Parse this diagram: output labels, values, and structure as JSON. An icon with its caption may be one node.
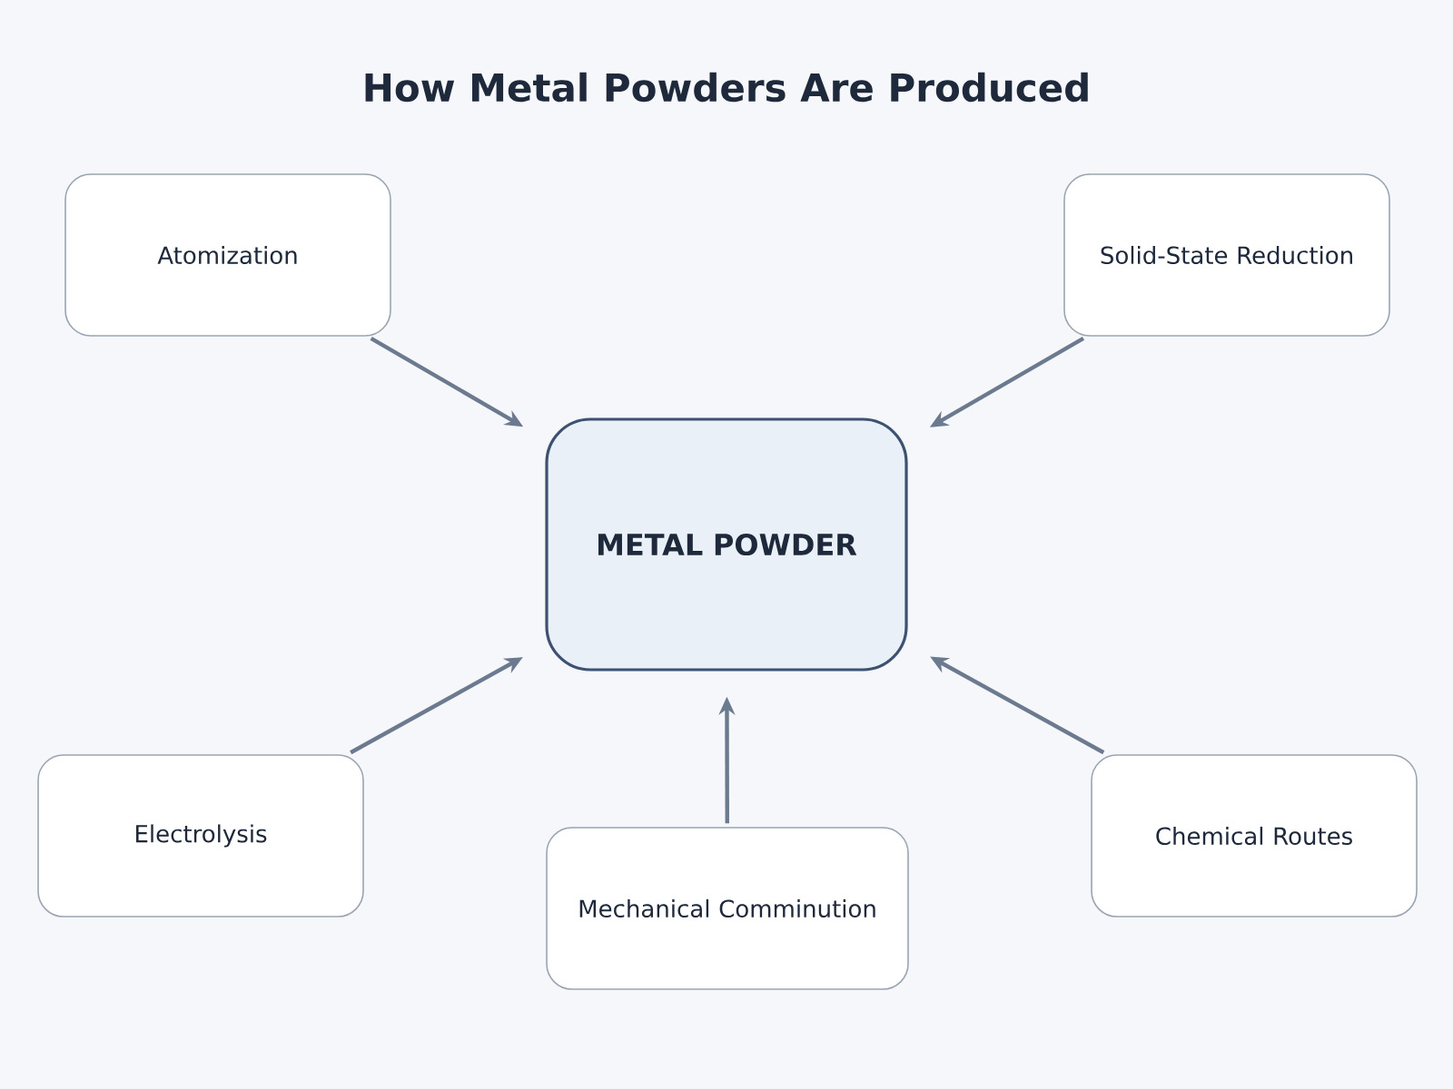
{
  "diagram": {
    "title": "How Metal Powders Are Produced",
    "nodes": [
      {
        "text": [
          "Atomization"
        ]
      },
      {
        "text": [
          "Solid-State Reduction"
        ]
      },
      {
        "text": [
          "METAL POWDER"
        ]
      },
      {
        "text": [
          "Electrolysis"
        ]
      },
      {
        "text": [
          "Mechanical Comminution"
        ]
      },
      {
        "text": [
          "Chemical Routes"
        ]
      }
    ],
    "edges": [
      {
        "from": 0,
        "to": 2,
        "arrow": "to"
      },
      {
        "from": 1,
        "to": 2,
        "arrow": "to"
      },
      {
        "from": 3,
        "to": 2,
        "arrow": "to"
      },
      {
        "from": 4,
        "to": 2,
        "arrow": "to"
      },
      {
        "from": 5,
        "to": 2,
        "arrow": "to"
      }
    ]
  }
}
